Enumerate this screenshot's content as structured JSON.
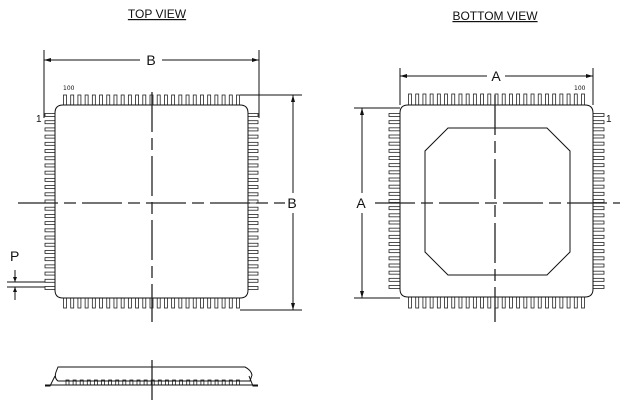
{
  "top_view": {
    "title": "TOP VIEW",
    "dim_width": "B",
    "dim_height": "B",
    "pin_first": "1",
    "pin_last": "100",
    "pitch_label": "P"
  },
  "bottom_view": {
    "title": "BOTTOM VIEW",
    "dim_width": "A",
    "dim_height": "A",
    "pin_first": "1",
    "pin_last": "100"
  },
  "colors": {
    "line": "#111111",
    "background": "#ffffff"
  }
}
